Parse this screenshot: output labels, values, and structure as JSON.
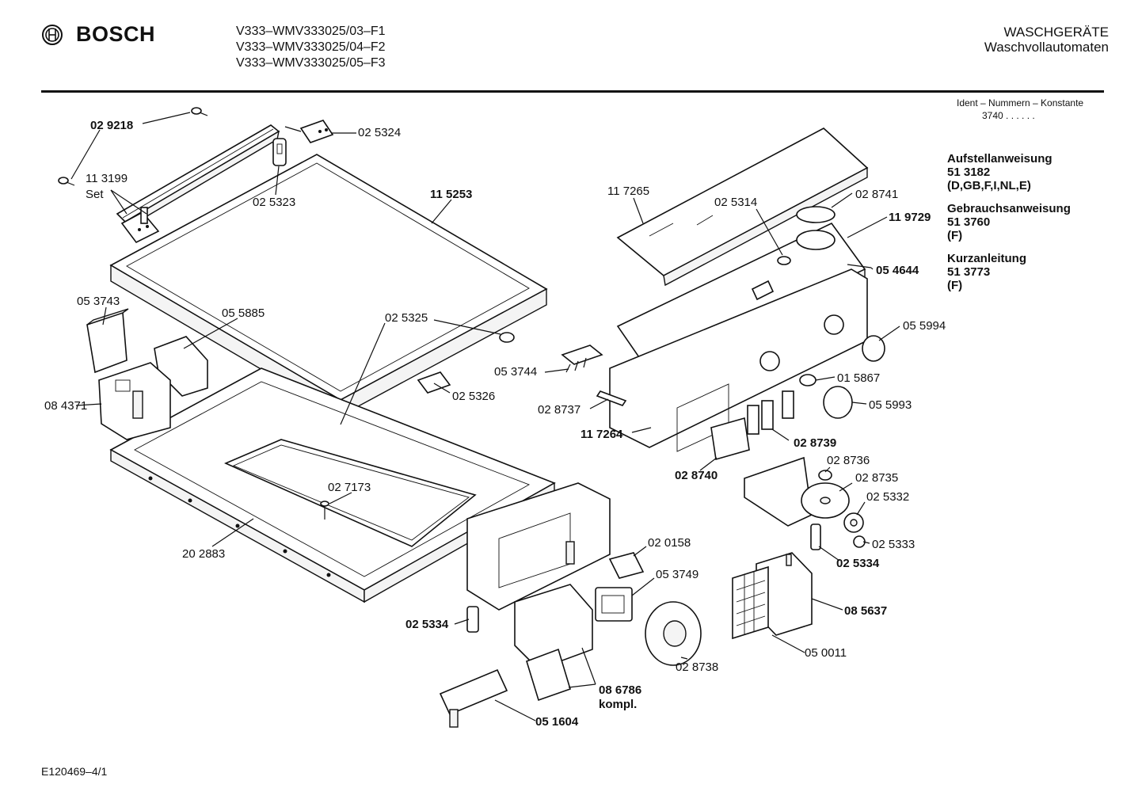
{
  "header": {
    "brand": "BOSCH",
    "models": [
      "V333–WMV333025/03–F1",
      "V333–WMV333025/04–F2",
      "V333–WMV333025/05–F3"
    ],
    "category_line1": "WASCHGERÄTE",
    "category_line2": "Waschvollautomaten"
  },
  "ident": {
    "label": "Ident – Nummern – Konstante",
    "constant": "3740 . . . . . ."
  },
  "documents": [
    {
      "title": "Aufstellanweisung",
      "number": "51 3182",
      "langs": "(D,GB,F,I,NL,E)"
    },
    {
      "title": "Gebrauchsanweisung",
      "number": "51 3760",
      "langs": "(F)"
    },
    {
      "title": "Kurzanleitung",
      "number": "51 3773",
      "langs": "(F)"
    }
  ],
  "parts": {
    "p029218": "02 9218",
    "p025324": "02 5324",
    "p113199": "11 3199",
    "set": "Set",
    "p025323": "02 5323",
    "p115253": "11 5253",
    "p053743": "05 3743",
    "p055885": "05 5885",
    "p025325": "02 5325",
    "p084371": "08 4371",
    "p025326": "02 5326",
    "p027173": "02 7173",
    "p202883": "20 2883",
    "p117265": "11 7265",
    "p025314": "02 5314",
    "p028741": "02 8741",
    "p119729": "11 9729",
    "p054644": "05 4644",
    "p055994": "05 5994",
    "p053744": "05 3744",
    "p015867": "01 5867",
    "p055993": "05 5993",
    "p028737": "02 8737",
    "p117264": "11 7264",
    "p028739": "02 8739",
    "p028736": "02 8736",
    "p028740": "02 8740",
    "p028735": "02 8735",
    "p025332": "02 5332",
    "p025333": "02 5333",
    "p025334a": "02 5334",
    "p020158": "02 0158",
    "p053749": "05 3749",
    "p085637": "08 5637",
    "p025334b": "02 5334",
    "p050011": "05 0011",
    "p028738": "02 8738",
    "p086786": "08 6786",
    "kompl": "kompl.",
    "p051604": "05 1604"
  },
  "footer": "E120469–4/1"
}
